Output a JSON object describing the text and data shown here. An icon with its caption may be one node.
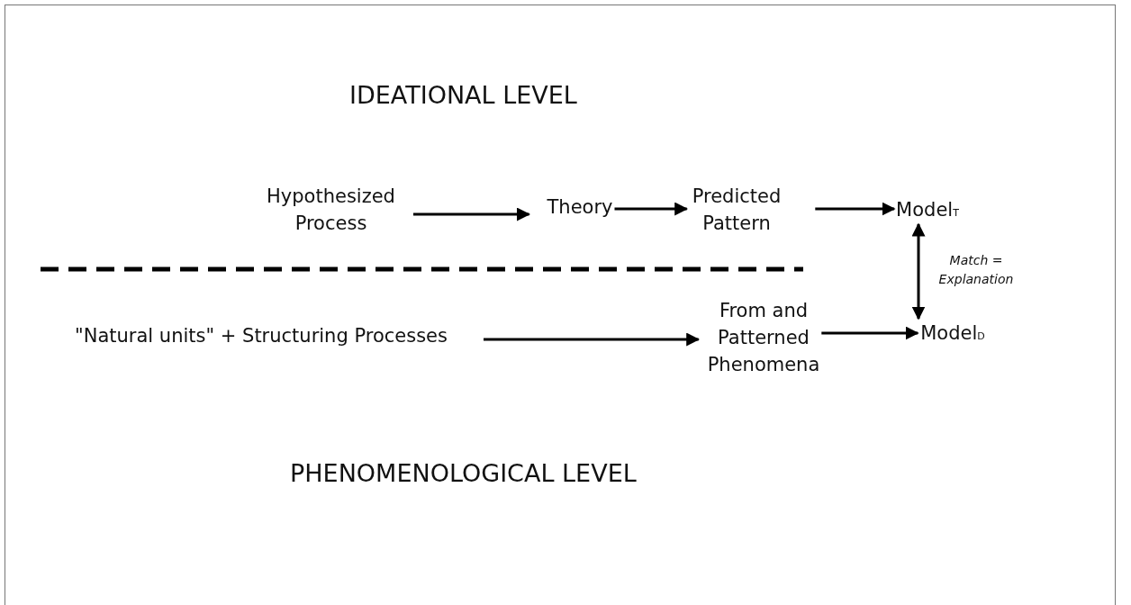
{
  "diagram": {
    "nodes": [
      {
        "text": [
          "Hypothesized Process"
        ]
      },
      {
        "text": [
          "Theory"
        ]
      },
      {
        "text": [
          "Predicted Pattern"
        ]
      },
      {
        "text": [
          "Model$_{T}$"
        ]
      },
      {
        "text": [
          "\"Natural units\" + Structuring Processes"
        ]
      },
      {
        "text": [
          "From and Patterned Phenomena"
        ]
      },
      {
        "text": [
          "Model$_{D}$"
        ]
      }
    ],
    "edges": [
      {
        "from": 0,
        "to": 1,
        "arrow": "to"
      },
      {
        "from": 1,
        "to": 2,
        "arrow": "to"
      },
      {
        "from": 2,
        "to": 3,
        "arrow": "to"
      },
      {
        "from": 3,
        "to": 6,
        "arrow": "both",
        "label": "Match = Explanation"
      },
      {
        "from": 4,
        "to": 5,
        "arrow": "to"
      },
      {
        "from": 5,
        "to": 6,
        "arrow": "to"
      }
    ],
    "labels": [
      "IDEATIONAL LEVEL",
      "PHENOMENOLOGICAL LEVEL"
    ]
  }
}
